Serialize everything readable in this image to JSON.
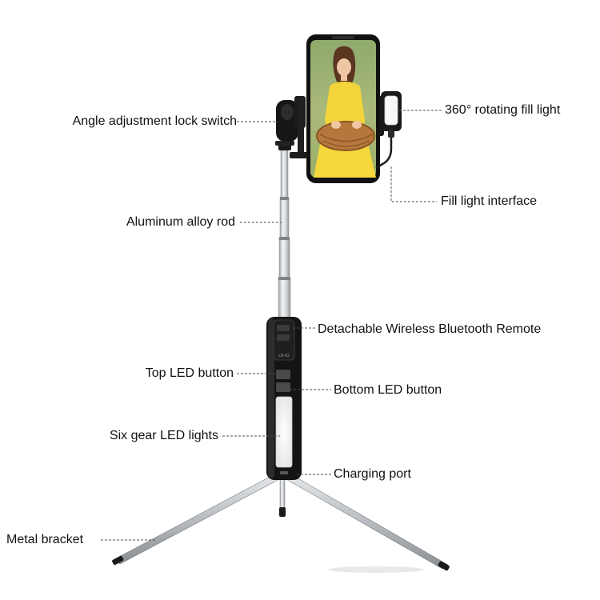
{
  "colors": {
    "background": "#ffffff",
    "text": "#111111",
    "leader": "#555555",
    "body_black": "#141414",
    "rod_silver": "#d8dadc",
    "led_panel": "#f1f3f2"
  },
  "remote_print": "LR-02",
  "labels": {
    "angle_lock": "Angle adjustment lock switch",
    "fill_light": "360° rotating fill light",
    "fill_interface": "Fill light interface",
    "rod": "Aluminum alloy rod",
    "remote": "Detachable Wireless Bluetooth Remote",
    "top_led": "Top LED button",
    "bottom_led": "Bottom LED button",
    "six_gear": "Six gear LED lights",
    "charging": "Charging port",
    "bracket": "Metal bracket"
  }
}
